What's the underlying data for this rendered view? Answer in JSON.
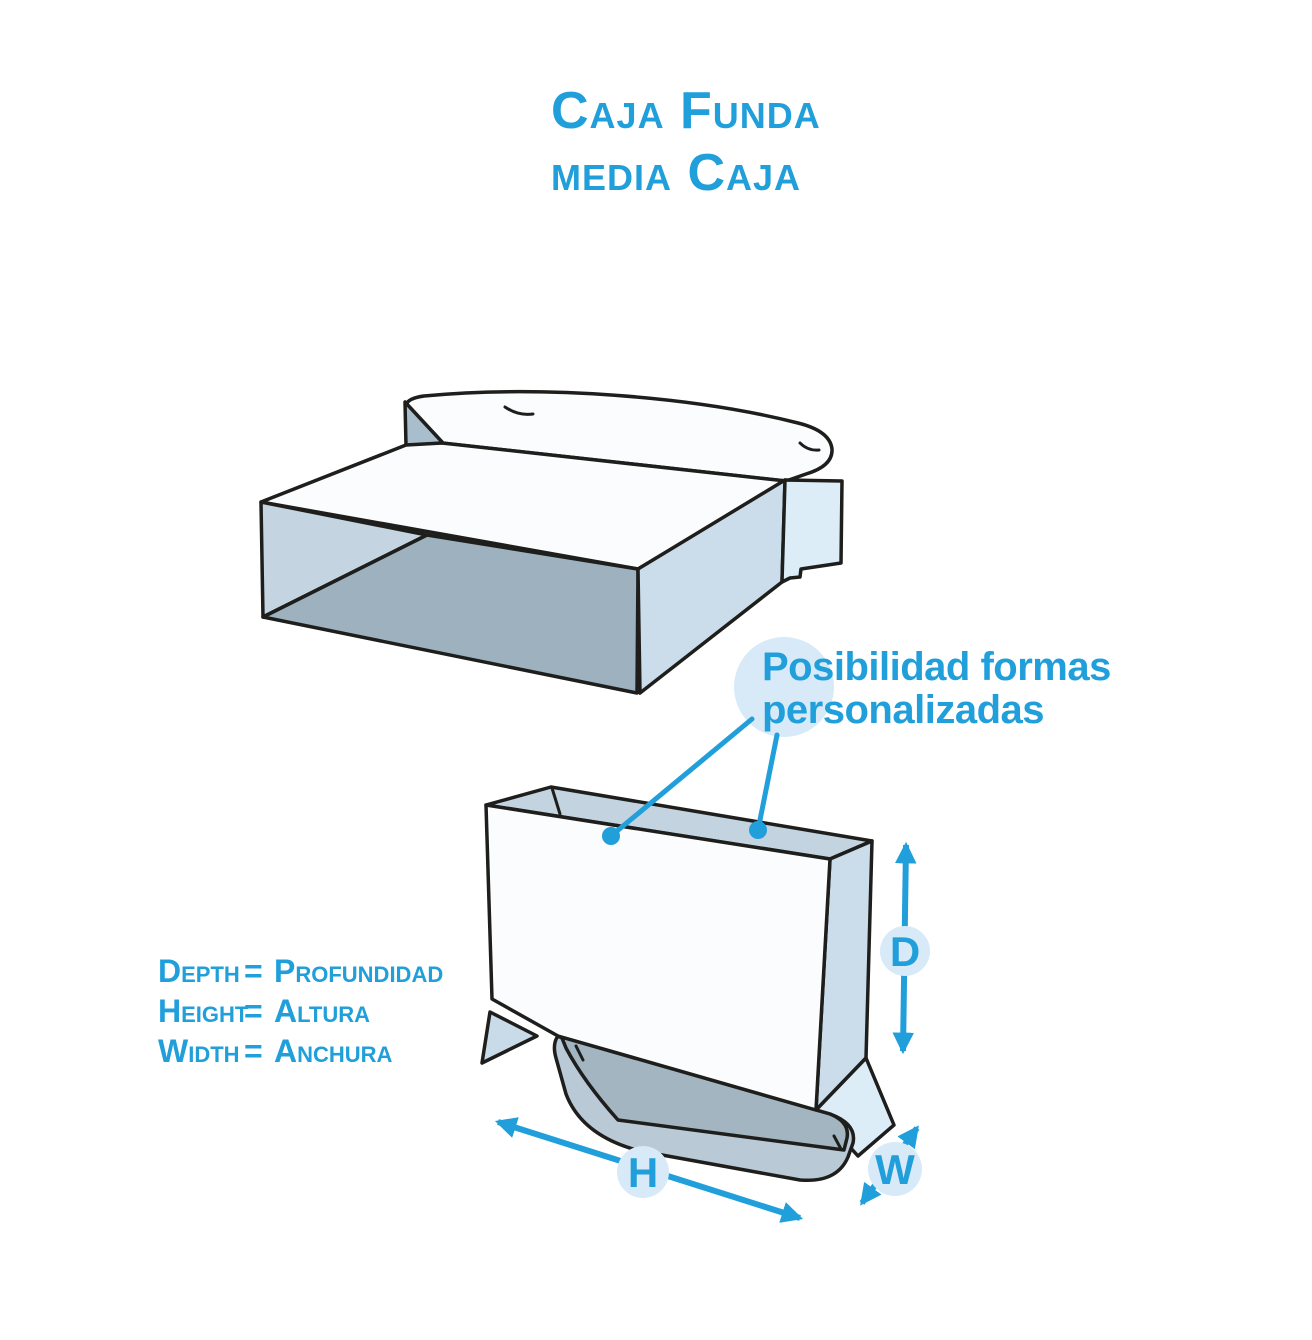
{
  "title": {
    "line1": "Caja Funda",
    "line2": "media Caja"
  },
  "callout": {
    "line1": "Posibilidad formas",
    "line2": "personalizadas"
  },
  "legend": {
    "eq": "=",
    "items": [
      {
        "en": "Depth",
        "es": "Profundidad"
      },
      {
        "en": "Height",
        "es": "Altura"
      },
      {
        "en": "Width",
        "es": "Anchura"
      }
    ]
  },
  "dimensions": {
    "depth_label": "D",
    "height_label": "H",
    "width_label": "W"
  },
  "colors": {
    "accent_blue": "#209fdb",
    "label_circle": "#d8eaf8",
    "outline": "#1e1e1c",
    "face_white": "#fbfcfd",
    "face_light": "#c4d4e1",
    "face_dark": "#9db1bf",
    "face_strip": "#c3d3df",
    "face_side": "#cbddeb",
    "face_pale": "#ddedf8",
    "face_triangle": "#a9becd",
    "face_band": "#a2b5c1",
    "face_tray": "#b9c9d5",
    "face_flap": "#c9dae8"
  }
}
